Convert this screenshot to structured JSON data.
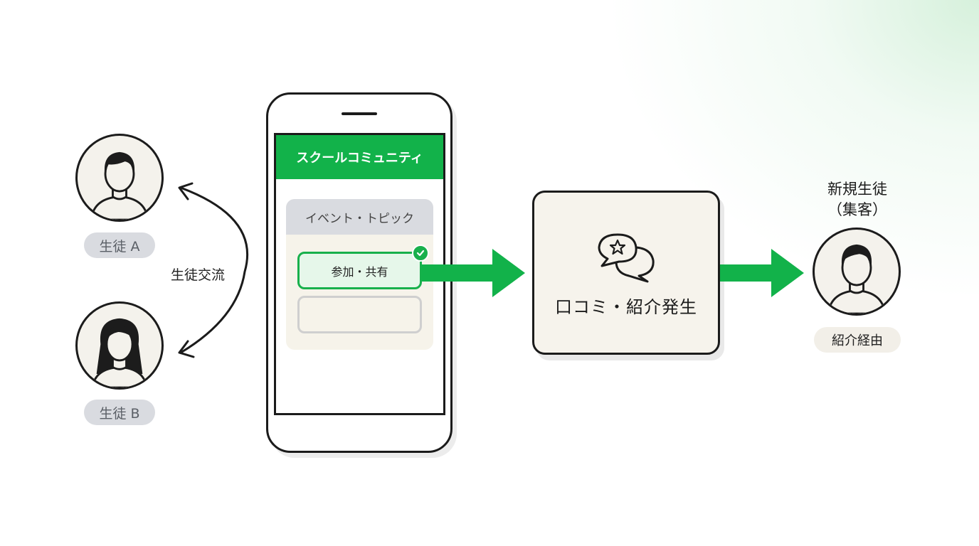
{
  "students": {
    "a": {
      "label": "生徒 A"
    },
    "b": {
      "label": "生徒 B"
    },
    "exchange_label": "生徒交流"
  },
  "phone": {
    "app_title": "スクールコミュニティ",
    "card_title": "イベント・トピック",
    "join_button": "参加・共有"
  },
  "word_of_mouth": {
    "label": "口コミ・紹介発生"
  },
  "new_student": {
    "title_line1": "新規生徒",
    "title_line2": "（集客）",
    "badge": "紹介経由"
  },
  "colors": {
    "accent_green": "#12b24a",
    "outline": "#1b1b1b",
    "card_beige": "#f6f3ec",
    "pill_gray": "#d9dbe0"
  }
}
